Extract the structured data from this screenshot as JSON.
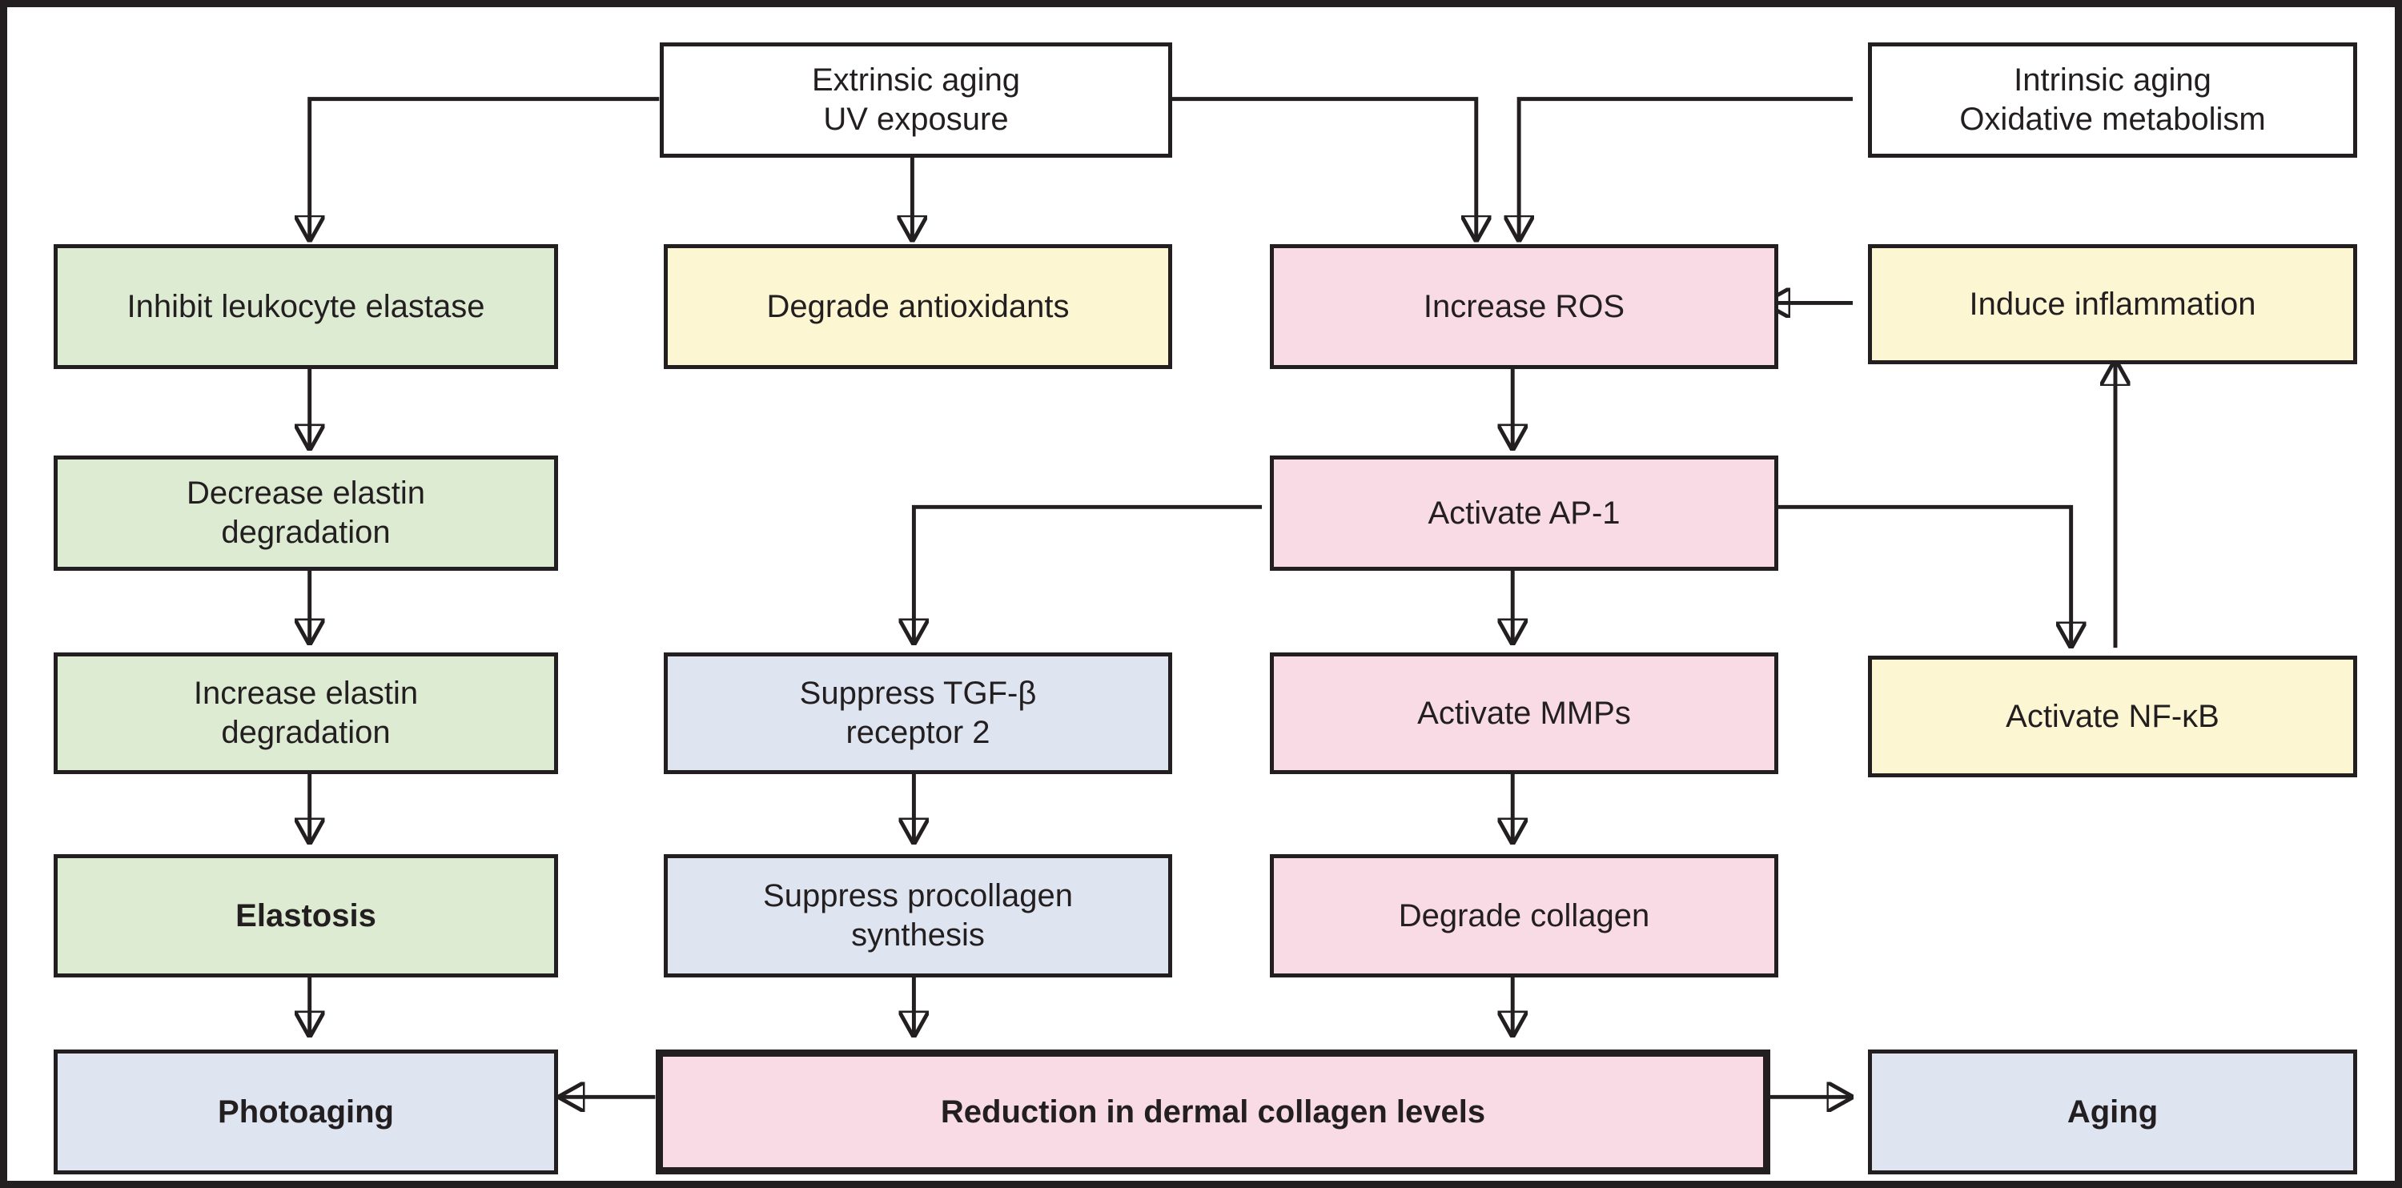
{
  "palette": {
    "line": "#231f20",
    "white": "#ffffff",
    "green": "#ddebd3",
    "yellow": "#fdf6d2",
    "pink": "#f8dbe4",
    "blue": "#dee4f0"
  },
  "nodes": {
    "extrinsic": {
      "label": "Extrinsic aging\nUV exposure",
      "color": "white"
    },
    "intrinsic": {
      "label": "Intrinsic aging\nOxidative metabolism",
      "color": "white"
    },
    "inhibit_leukocyte_elastase": {
      "label": "Inhibit leukocyte elastase",
      "color": "green"
    },
    "degrade_antioxidants": {
      "label": "Degrade antioxidants",
      "color": "yellow"
    },
    "increase_ros": {
      "label": "Increase ROS",
      "color": "pink"
    },
    "induce_inflammation": {
      "label": "Induce inflammation",
      "color": "yellow"
    },
    "decrease_elastin_degradation": {
      "label": "Decrease elastin\ndegradation",
      "color": "green"
    },
    "activate_ap1": {
      "label": "Activate AP-1",
      "color": "pink"
    },
    "increase_elastin_degradation": {
      "label": "Increase elastin\ndegradation",
      "color": "green"
    },
    "suppress_tgfb_receptor2": {
      "label": "Suppress TGF-β\nreceptor 2",
      "color": "blue"
    },
    "activate_mmps": {
      "label": "Activate MMPs",
      "color": "pink"
    },
    "activate_nfkb": {
      "label": "Activate NF-κB",
      "color": "yellow"
    },
    "elastosis": {
      "label": "Elastosis",
      "color": "green",
      "bold": true
    },
    "suppress_procollagen_synthesis": {
      "label": "Suppress procollagen\nsynthesis",
      "color": "blue"
    },
    "degrade_collagen": {
      "label": "Degrade collagen",
      "color": "pink"
    },
    "photoaging": {
      "label": "Photoaging",
      "color": "blue",
      "bold": true
    },
    "reduction_dermal_collagen": {
      "label": "Reduction in dermal collagen levels",
      "color": "pink",
      "bold": true,
      "thick": true
    },
    "aging": {
      "label": "Aging",
      "color": "blue",
      "bold": true
    }
  },
  "edges": [
    {
      "from": "extrinsic",
      "to": "inhibit_leukocyte_elastase"
    },
    {
      "from": "extrinsic",
      "to": "degrade_antioxidants"
    },
    {
      "from": "extrinsic",
      "to": "increase_ros"
    },
    {
      "from": "intrinsic",
      "to": "increase_ros"
    },
    {
      "from": "induce_inflammation",
      "to": "increase_ros"
    },
    {
      "from": "increase_ros",
      "to": "activate_ap1"
    },
    {
      "from": "activate_ap1",
      "to": "suppress_tgfb_receptor2"
    },
    {
      "from": "activate_ap1",
      "to": "activate_mmps"
    },
    {
      "from": "activate_ap1",
      "to": "activate_nfkb"
    },
    {
      "from": "activate_nfkb",
      "to": "induce_inflammation"
    },
    {
      "from": "inhibit_leukocyte_elastase",
      "to": "decrease_elastin_degradation"
    },
    {
      "from": "decrease_elastin_degradation",
      "to": "increase_elastin_degradation"
    },
    {
      "from": "increase_elastin_degradation",
      "to": "elastosis"
    },
    {
      "from": "elastosis",
      "to": "photoaging"
    },
    {
      "from": "suppress_tgfb_receptor2",
      "to": "suppress_procollagen_synthesis"
    },
    {
      "from": "activate_mmps",
      "to": "degrade_collagen"
    },
    {
      "from": "suppress_procollagen_synthesis",
      "to": "reduction_dermal_collagen"
    },
    {
      "from": "degrade_collagen",
      "to": "reduction_dermal_collagen"
    },
    {
      "from": "reduction_dermal_collagen",
      "to": "photoaging"
    },
    {
      "from": "reduction_dermal_collagen",
      "to": "aging"
    }
  ]
}
